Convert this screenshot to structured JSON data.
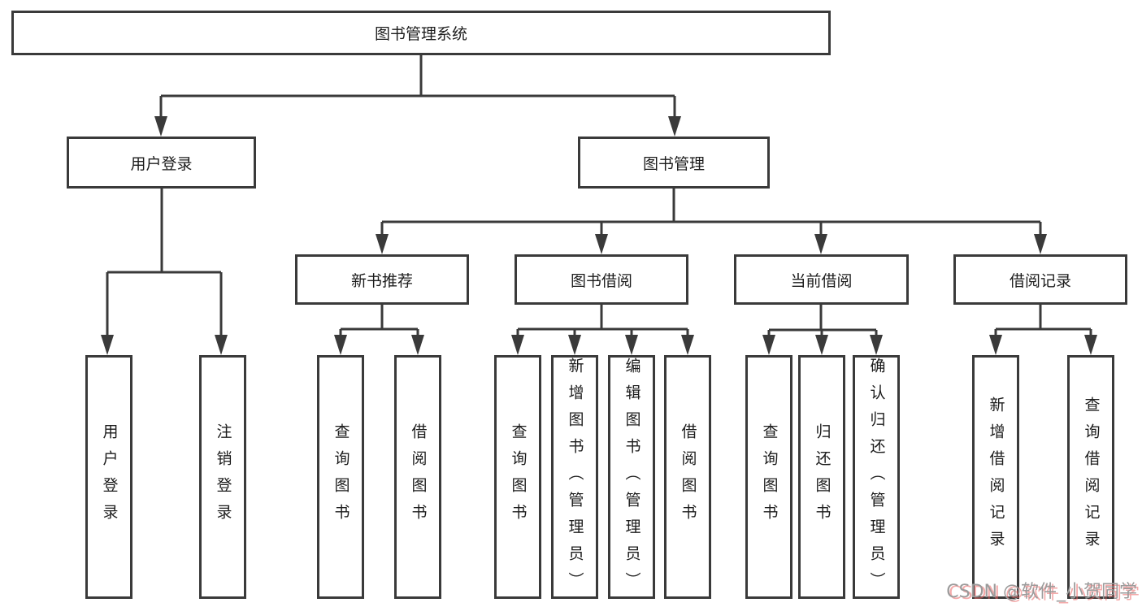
{
  "diagram": {
    "type": "tree",
    "root": {
      "label": "图书管理系统"
    },
    "level1": {
      "user_login": {
        "label": "用户登录"
      },
      "book_mgmt": {
        "label": "图书管理"
      }
    },
    "level2": {
      "new_book_rec": {
        "label": "新书推荐",
        "parent": "图书管理"
      },
      "book_borrow": {
        "label": "图书借阅",
        "parent": "图书管理"
      },
      "current_borrow": {
        "label": "当前借阅",
        "parent": "图书管理"
      },
      "borrow_record": {
        "label": "借阅记录",
        "parent": "图书管理"
      }
    },
    "leaves": {
      "user_login_leaf": {
        "label": "用户登录",
        "parent": "用户登录"
      },
      "logout": {
        "label": "注销登录",
        "parent": "用户登录"
      },
      "query_book_1": {
        "label": "查询图书",
        "parent": "新书推荐"
      },
      "borrow_book_1": {
        "label": "借阅图书",
        "parent": "新书推荐"
      },
      "query_book_2": {
        "label": "查询图书",
        "parent": "图书借阅"
      },
      "add_book": {
        "label": "新增图书（管理员）",
        "parent": "图书借阅"
      },
      "edit_book": {
        "label": "编辑图书（管理员）",
        "parent": "图书借阅"
      },
      "borrow_book_2": {
        "label": "借阅图书",
        "parent": "图书借阅"
      },
      "query_book_3": {
        "label": "查询图书",
        "parent": "当前借阅"
      },
      "return_book": {
        "label": "归还图书",
        "parent": "当前借阅"
      },
      "confirm_return": {
        "label": "确认归还（管理员）",
        "parent": "当前借阅"
      },
      "add_record": {
        "label": "新增借阅记录",
        "parent": "借阅记录"
      },
      "query_record": {
        "label": "查询借阅记录",
        "parent": "借阅记录"
      }
    }
  },
  "watermark": {
    "text": "CSDN @软件_小贺同学"
  },
  "colors": {
    "background": "#ffffff",
    "line": "#3a3a3a",
    "box_border": "#3a3a3a",
    "text": "#1c1c1c",
    "watermark_text": "#9b9b9b",
    "watermark_shadow": "#eb6464"
  }
}
